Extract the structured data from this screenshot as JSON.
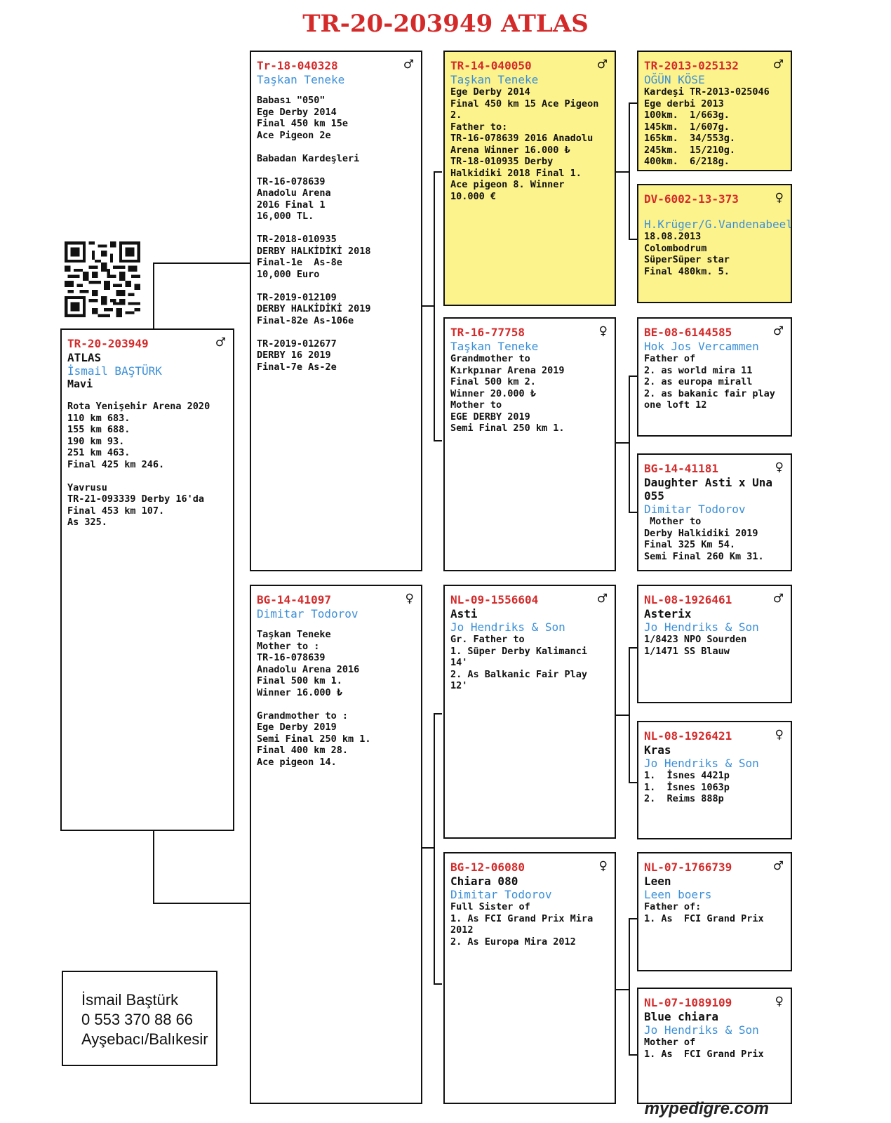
{
  "title": "TR-20-203949 ATLAS",
  "symbols": {
    "male": "♂",
    "female": "♀"
  },
  "subject": {
    "ring": "TR-20-203949",
    "name": "ATLAS",
    "owner": "İsmail BAŞTÜRK",
    "color": "Mavi",
    "info": "Rota Yenişehir Arena 2020\n110 km 683.\n155 km 688.\n190 km 93.\n251 km 463.\nFinal 425 km 246.\n\nYavrusu\nTR-21-093339 Derby 16'da\nFinal 453 km 107.\nAs 325."
  },
  "sire": {
    "ring": "Tr-18-040328",
    "owner": "Taşkan Teneke",
    "info": "Babası \"050\"\nEge Derby 2014\nFinal 450 km 15e\nAce Pigeon 2e\n\nBabadan Kardeşleri\n\nTR-16-078639\nAnadolu Arena\n2016 Final 1\n16,000 TL.\n\nTR-2018-010935\nDERBY HALKİDİKİ 2018\nFinal-1e  As-8e\n10,000 Euro\n\nTR-2019-012109\nDERBY HALKİDİKİ 2019\nFinal-82e As-106e\n\nTR-2019-012677\nDERBY 16 2019\nFinal-7e As-2e"
  },
  "dam": {
    "ring": "BG-14-41097",
    "owner": "Dimitar Todorov",
    "info": "Taşkan Teneke\nMother to :\nTR-16-078639\nAnadolu Arena 2016\nFinal 500 km 1.\nWinner 16.000 ₺\n\nGrandmother to :\nEge Derby 2019\nSemi Final 250 km 1.\nFinal 400 km 28.\nAce pigeon 14."
  },
  "ss": {
    "ring": "TR-14-040050",
    "owner": "Taşkan Teneke",
    "info": "Ege Derby 2014\nFinal 450 km 15 Ace Pigeon\n2.\nFather to:\nTR-16-078639 2016 Anadolu\nArena Winner 16.000 ₺\nTR-18-010935 Derby\nHalkidiki 2018 Final 1.\nAce pigeon 8. Winner\n10.000 €"
  },
  "sd": {
    "ring": "TR-16-77758",
    "owner": "Taşkan Teneke",
    "info": "Grandmother to\nKırkpınar Arena 2019\nFinal 500 km 2.\nWinner 20.000 ₺\nMother to\nEGE DERBY 2019\nSemi Final 250 km 1."
  },
  "ds": {
    "ring": "NL-09-1556604",
    "name": "Asti",
    "owner": "Jo Hendriks & Son",
    "info": "Gr. Father to\n1. Süper Derby Kalimanci\n14'\n2. As Balkanic Fair Play\n12'"
  },
  "dd": {
    "ring": "BG-12-06080",
    "name": "Chiara 080",
    "owner": "Dimitar Todorov",
    "info": "Full Sister of\n1. As FCI Grand Prix Mira\n2012\n2. As Europa Mira 2012"
  },
  "sss": {
    "ring": "TR-2013-025132",
    "owner": "OĞÜN KÖSE",
    "info": "Kardeşi TR-2013-025046\nEge derbi 2013\n100km.  1/663g.\n145km.  1/607g.\n165km.  34/553g.\n245km.  15/210g.\n400km.  6/218g."
  },
  "ssd": {
    "ring": "DV-6002-13-373",
    "owner": "H.Krüger/G.Vandenabeele",
    "info": "18.08.2013\nColombodrum\nSüperSüper star\nFinal 480km. 5."
  },
  "sds": {
    "ring": "BE-08-6144585",
    "owner": "Hok Jos Vercammen",
    "info": "Father of\n2. as world mira 11\n2. as europa mirall\n2. as bakanic fair play\none loft 12"
  },
  "sdd": {
    "ring": "BG-14-41181",
    "name": "Daughter Asti x Una\n055",
    "owner": "Dimitar Todorov",
    "info": " Mother to\nDerby Halkidiki 2019\nFinal 325 Km 54.\nSemi Final 260 Km 31."
  },
  "dss": {
    "ring": "NL-08-1926461",
    "name": "Asterix",
    "owner": "Jo Hendriks & Son",
    "info": "1/8423 NPO Sourden\n1/1471 SS Blauw"
  },
  "dsd": {
    "ring": "NL-08-1926421",
    "name": "Kras",
    "owner": "Jo Hendriks & Son",
    "info": "1.  İsnes 4421p\n1.  İsnes 1063p\n2.  Reims 888p"
  },
  "dds": {
    "ring": "NL-07-1766739",
    "name": "Leen",
    "owner": "Leen boers",
    "info": "Father of:\n1. As  FCI Grand Prix"
  },
  "ddd": {
    "ring": "NL-07-1089109",
    "name": "Blue chiara",
    "owner": "Jo Hendriks & Son",
    "info": "Mother of\n1. As  FCI Grand Prix"
  },
  "contact": {
    "name": "İsmail Baştürk",
    "phone": "0 553 370 88 66",
    "address": "Ayşebacı/Balıkesir"
  },
  "footer": "mypedigre.com"
}
